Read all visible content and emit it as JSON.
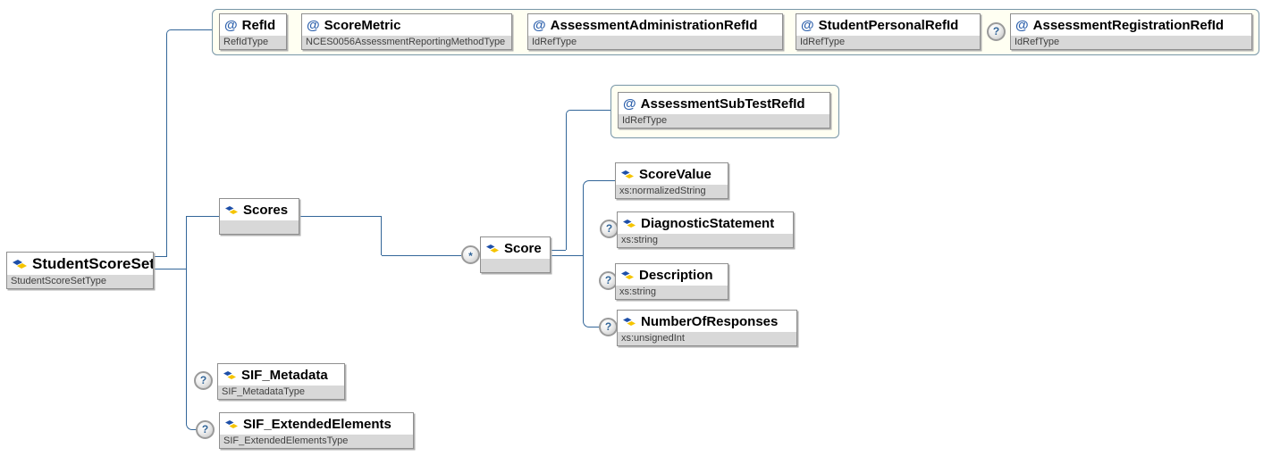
{
  "diagram": {
    "symbols": {
      "attribute": "@",
      "optional": "?",
      "repeat": "*"
    },
    "root": {
      "name": "StudentScoreSet",
      "type": "StudentScoreSetType"
    },
    "attributes": [
      {
        "name": "RefId",
        "type": "RefIdType",
        "optional": false
      },
      {
        "name": "ScoreMetric",
        "type": "NCES0056AssessmentReportingMethodType",
        "optional": false
      },
      {
        "name": "AssessmentAdministrationRefId",
        "type": "IdRefType",
        "optional": false
      },
      {
        "name": "StudentPersonalRefId",
        "type": "IdRefType",
        "optional": false
      },
      {
        "name": "AssessmentRegistrationRefId",
        "type": "IdRefType",
        "optional": true
      }
    ],
    "scores": {
      "name": "Scores"
    },
    "score": {
      "name": "Score",
      "occurrence": "*"
    },
    "score_attribute": {
      "name": "AssessmentSubTestRefId",
      "type": "IdRefType"
    },
    "score_children": [
      {
        "name": "ScoreValue",
        "type": "xs:normalizedString",
        "optional": false
      },
      {
        "name": "DiagnosticStatement",
        "type": "xs:string",
        "optional": true
      },
      {
        "name": "Description",
        "type": "xs:string",
        "optional": true
      },
      {
        "name": "NumberOfResponses",
        "type": "xs:unsignedInt",
        "optional": true
      }
    ],
    "sif_elements": [
      {
        "name": "SIF_Metadata",
        "type": "SIF_MetadataType",
        "optional": true
      },
      {
        "name": "SIF_ExtendedElements",
        "type": "SIF_ExtendedElementsType",
        "optional": true
      }
    ],
    "colors": {
      "connector": "#336699",
      "group_bg": "#fffff2",
      "group_border": "#7896a8",
      "type_row_bg": "#d8d8d8",
      "box_border": "#8f8f8f",
      "symbol_blue": "#336699",
      "icon_blue": "#1e4fa8",
      "icon_yellow": "#f5c400"
    }
  }
}
